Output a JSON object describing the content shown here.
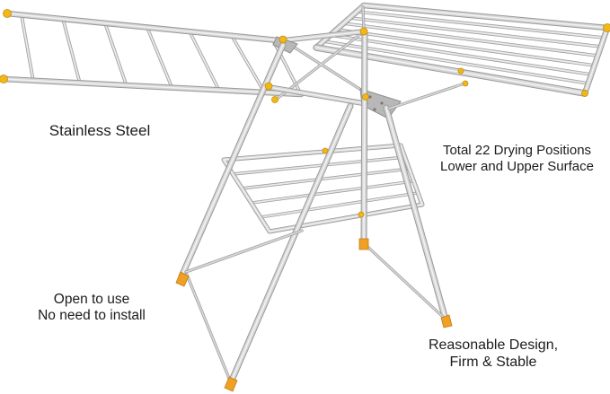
{
  "labels": {
    "stainless": {
      "text": "Stainless Steel"
    },
    "positions": {
      "line1": "Total 22 Drying Positions",
      "line2": "Lower and Upper Surface"
    },
    "open": {
      "line1": "Open to use",
      "line2": "No need to install"
    },
    "design": {
      "line1": "Reasonable Design,",
      "line2": "Firm & Stable"
    }
  },
  "colors": {
    "background": "#ffffff",
    "text": "#1c1c1c",
    "metal_base": "#9a9a9a",
    "metal_light": "#d6d6d6",
    "metal_highlight": "#f2f2f2",
    "cap_yellow": "#f2b718",
    "foot_orange": "#f0a024"
  }
}
